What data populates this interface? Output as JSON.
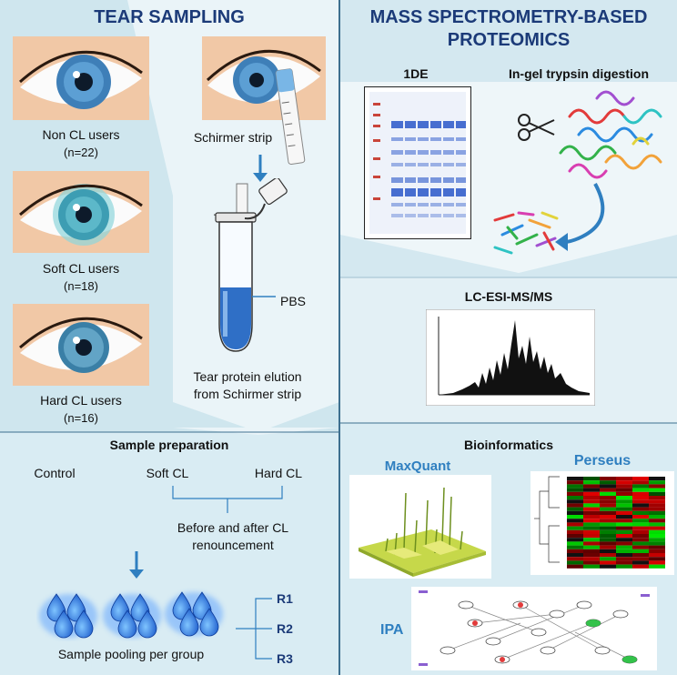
{
  "tear_sampling": {
    "title": "TEAR SAMPLING",
    "groups": [
      {
        "label": "Non CL users",
        "n": "(n=22)"
      },
      {
        "label": "Soft CL users",
        "n": "(n=18)"
      },
      {
        "label": "Hard CL users",
        "n": "(n=16)"
      }
    ],
    "schirmer_label": "Schirmer strip",
    "pbs_label": "PBS",
    "elution_line1": "Tear protein elution",
    "elution_line2": "from Schirmer strip"
  },
  "sample_prep": {
    "title": "Sample preparation",
    "control": "Control",
    "soft": "Soft CL",
    "hard": "Hard CL",
    "before_after_line1": "Before and after CL",
    "before_after_line2": "renouncement",
    "pooling": "Sample pooling per group",
    "replicates": [
      "R1",
      "R2",
      "R3"
    ]
  },
  "mass_spec": {
    "title_line1": "MASS SPECTROMETRY-BASED",
    "title_line2": "PROTEOMICS",
    "gel_label": "1DE",
    "digestion_label": "In-gel trypsin digestion",
    "lcms_label": "LC-ESI-MS/MS"
  },
  "bioinformatics": {
    "title": "Bioinformatics",
    "maxquant": "MaxQuant",
    "perseus": "Perseus",
    "ipa": "IPA"
  },
  "colors": {
    "panel_light": "#d4e8f0",
    "panel_white": "#eef6f9",
    "title_blue": "#1b3a78",
    "accent_blue": "#2f7fc0",
    "divider": "#3d6f8f"
  }
}
